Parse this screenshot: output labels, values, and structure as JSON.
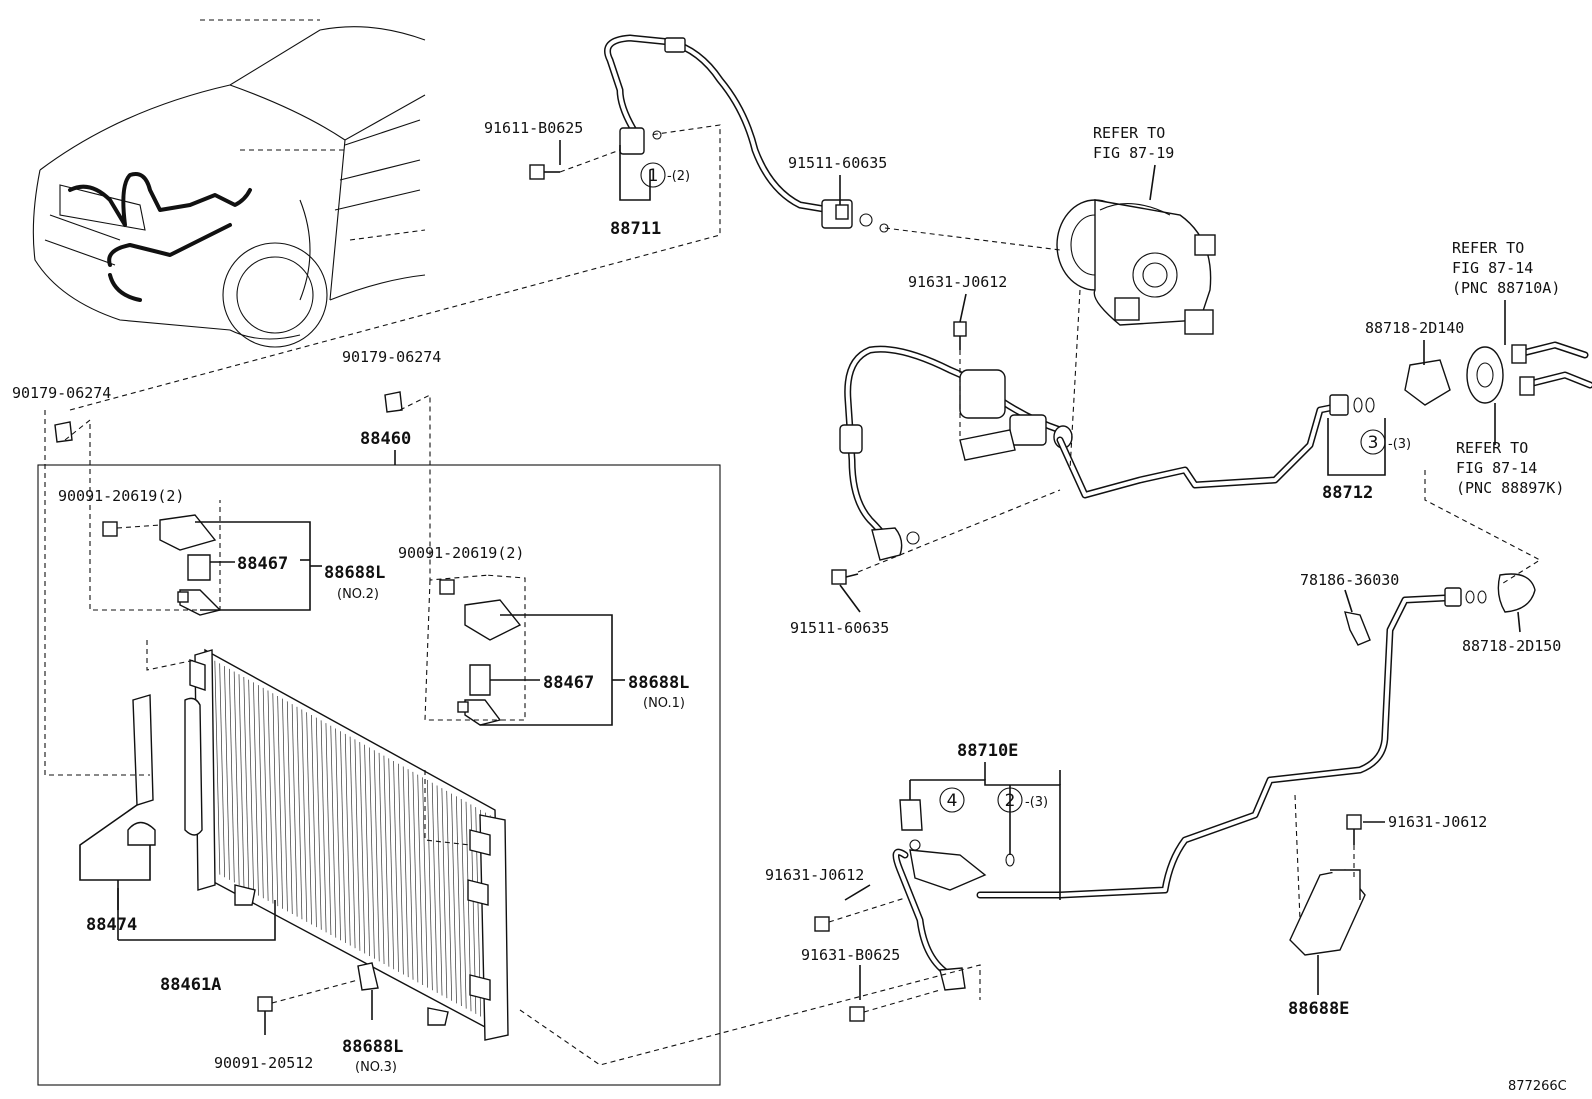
{
  "labels": {
    "p91611_B0625": "91611-B0625",
    "p88711": "88711",
    "p91511_60635_top": "91511-60635",
    "refer_87_19_a": "REFER TO",
    "refer_87_19_b": "FIG 87-19",
    "p91631_J0612_top": "91631-J0612",
    "refer_87_14a_a": "REFER TO",
    "refer_87_14a_b": "FIG 87-14",
    "refer_87_14a_c": "(PNC 88710A)",
    "p88718_2D140": "88718-2D140",
    "refer_87_14b_a": "REFER TO",
    "refer_87_14b_b": "FIG 87-14",
    "refer_87_14b_c": "(PNC 88897K)",
    "p88712": "88712",
    "p90179_06274_left": "90179-06274",
    "p90179_06274_mid": "90179-06274",
    "p88460": "88460",
    "p90091_20619_a": "90091-20619(2)",
    "p88467_a": "88467",
    "p88688L_a": "88688L",
    "no2": "(NO.2)",
    "p90091_20619_b": "90091-20619(2)",
    "p88467_b": "88467",
    "p88688L_b": "88688L",
    "no1": "(NO.1)",
    "p91511_60635_low": "91511-60635",
    "p78186_36030": "78186-36030",
    "p88718_2D150": "88718-2D150",
    "p88710E": "88710E",
    "p91631_J0612_right": "91631-J0612",
    "p91631_J0612_mid": "91631-J0612",
    "p91631_B0625": "91631-B0625",
    "p88688E": "88688E",
    "p88474": "88474",
    "p88461A": "88461A",
    "p90091_20512": "90091-20512",
    "p88688L_c": "88688L",
    "no3": "(NO.3)",
    "qty2_a": "-(2)",
    "qty3_a": "-(3)",
    "qty3_b": "-(3)",
    "figure_id": "877266C"
  },
  "callouts": {
    "c1": "1",
    "c2": "2",
    "c3": "3",
    "c4": "4"
  }
}
